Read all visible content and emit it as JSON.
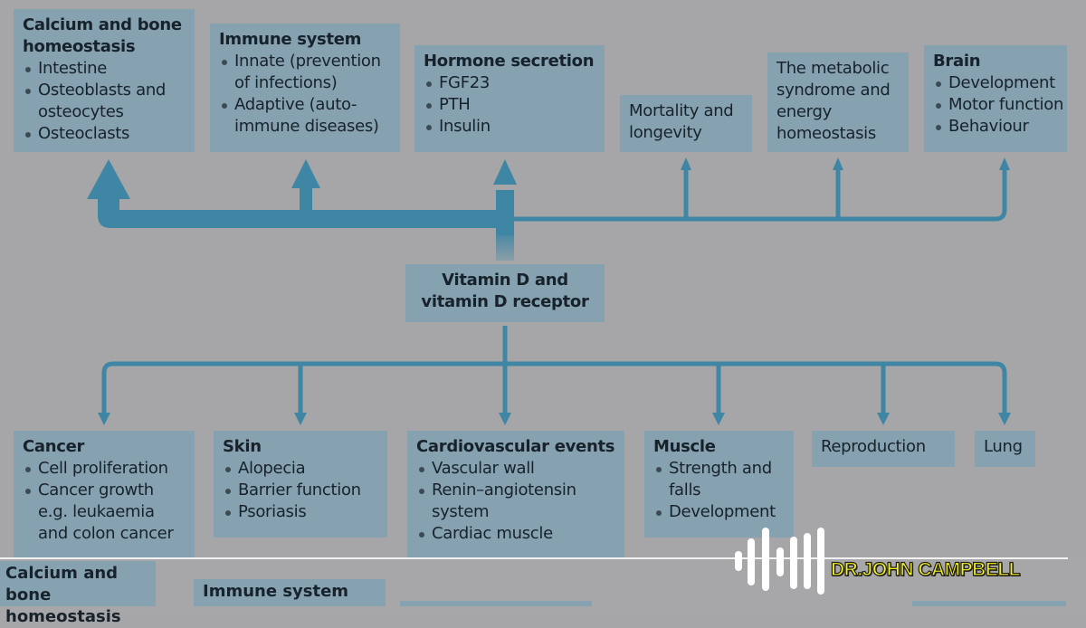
{
  "diagram": {
    "center": {
      "line1": "Vitamin D and",
      "line2": "vitamin D receptor"
    },
    "top_boxes": [
      {
        "title_lines": [
          "Calcium and bone",
          "homeostasis"
        ],
        "items": [
          "Intestine",
          "Osteoblasts and osteocytes",
          "Osteoclasts"
        ]
      },
      {
        "title_lines": [
          "Immune system"
        ],
        "items": [
          "Innate (prevention of infections)",
          "Adaptive (auto-immune diseases)"
        ]
      },
      {
        "title_lines": [
          "Hormone secretion"
        ],
        "items": [
          "FGF23",
          "PTH",
          "Insulin"
        ]
      },
      {
        "plain_lines": [
          "Mortality and",
          "longevity"
        ]
      },
      {
        "plain_lines": [
          "The metabolic",
          "syndrome and",
          "energy",
          "homeostasis"
        ]
      },
      {
        "title_lines": [
          "Brain"
        ],
        "items": [
          "Development",
          "Motor function",
          "Behaviour"
        ]
      }
    ],
    "bottom_boxes": [
      {
        "title_lines": [
          "Cancer"
        ],
        "items": [
          "Cell proliferation",
          "Cancer growth e.g. leukaemia and colon cancer"
        ]
      },
      {
        "title_lines": [
          "Skin"
        ],
        "items": [
          "Alopecia",
          "Barrier function",
          "Psoriasis"
        ]
      },
      {
        "title_lines": [
          "Cardiovascular events"
        ],
        "items": [
          "Vascular wall",
          "Renin–angiotensin system",
          "Cardiac muscle"
        ]
      },
      {
        "title_lines": [
          "Muscle"
        ],
        "items": [
          "Strength and falls",
          "Development"
        ]
      },
      {
        "plain_lines": [
          "Reproduction"
        ]
      },
      {
        "plain_lines": [
          "Lung"
        ]
      }
    ],
    "arrow_color": "#3f86a4",
    "box_color": "#86a2b1"
  },
  "overlay": {
    "ghost_titles": {
      "calcium": [
        "Calcium and bone",
        "homeostasis"
      ],
      "immune": "Immune system"
    },
    "channel_name": "DR.JOHN CAMPBELL",
    "channel_text_color": "#f4f12a",
    "logo_icon": "sound-wave-icon"
  }
}
